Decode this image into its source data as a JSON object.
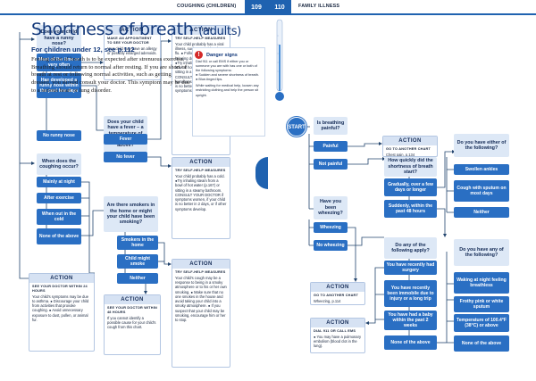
{
  "header_left": {
    "section": "COUGHING (CHILDREN)",
    "page_number": "109"
  },
  "header_right": {
    "section": "FAMILY ILLNESS",
    "page_number": "110"
  },
  "left_flow": {
    "q_runny_nose": "Does your child have a runny nose?",
    "a_most_of_time": "Most of the time or very often",
    "a_few_days": "Has developed a runny nose within the past few days",
    "a_no_runny": "No runny nose",
    "q_fever": "Does your child have a fever – a temperature of 100.4°F (38°C) or above?",
    "a_fever": "Fever",
    "a_no_fever": "No fever",
    "q_when": "When does the coughing occur?",
    "a_night": "Mainly at night",
    "a_exercise": "After exercise",
    "a_cold": "When out in the cold",
    "a_none": "None of the above",
    "q_smokers": "Are there smokers in the home or might your child have been smoking?",
    "a_smokers_home": "Smokers in the home",
    "a_child_smoke": "Child might smoke",
    "a_neither": "Neither"
  },
  "left_actions": {
    "label": "ACTION",
    "allergy": {
      "lead": "MAKE AN APPOINTMENT TO SEE YOUR DOCTOR",
      "body": "Your child may have an allergy or possibly enlarged adenoids."
    },
    "cold_fever": {
      "lead": "TRY SELF-HELP MEASURES",
      "body": "Your child probably has a viral illness, such as a cold or the flu. ● Follow the advice for bringing down a fever (p.166). ●Try inhaling steam from a bowl of hot water (p.167) or sitting in a steamy bathroom. CONSULT YOUR DOCTOR if symptoms worsen, if your child is no better in 2 days, or if other symptoms develop."
    },
    "cold": {
      "lead": "TRY SELF-HELP MEASURES",
      "body": "Your child probably has a cold. ●Try inhaling steam from a bowl of hot water (p.167) or sitting in a steamy bathroom. CONSULT YOUR DOCTOR if symptoms worsen, if your child is no better in 2 days, or if other symptoms develop."
    },
    "asthma": {
      "lead": "SEE YOUR DOCTOR WITHIN 24 HOURS",
      "body": "Your child's symptoms may be due to asthma. ● Discourage your child from activities that provoke coughing. ● Avoid unnecessary exposure to dust, pollen, or animal fur."
    },
    "smoke_help": {
      "lead": "TRY SELF-HELP MEASURES",
      "body": "Your child's cough may be a response to being in a smoky atmosphere or to his or her own smoking. ● Make sure that no one smokes in the house and avoid taking your child into a smoky atmosphere. ● If you suspect that your child may be smoking, encourage him or her to stop."
    },
    "doctor_48": {
      "lead": "SEE YOUR DOCTOR WITHIN 48 HOURS",
      "body": "If you cannot identify a possible cause for your child's cough from this chart."
    }
  },
  "right_page": {
    "title_main": "Shortness of breath",
    "title_suffix": "(adults)",
    "subtitle": "For children under 12, see p.112",
    "intro": "Feeling short of breath is to be expected after strenuous exercise. Breathing should return to normal after resting. If you are short of breath at rest or following normal activities, such as getting dressed, you should consult your doctor. This symptom may be due to a serious heart or lung disorder.",
    "start_label": "START"
  },
  "danger": {
    "icon": "!",
    "title": "Danger signs",
    "lines": [
      "Dial 911 or call EMS if either you or someone you are with has one or both of the following symptoms:",
      "● Sudden and severe shortness of breath.",
      "● Blue-tinged lips.",
      "While waiting for medical help, loosen any restricting clothing and help the person sit upright."
    ]
  },
  "right_flow": {
    "q_painful": "Is breathing painful?",
    "a_painful": "Painful",
    "a_not_painful": "Not painful",
    "q_wheezing": "Have you been wheezing?",
    "a_wheezing": "Wheezing",
    "a_no_wheezing": "No wheezing",
    "q_how_quickly": "How quickly did the shortness of breath start?",
    "a_gradually": "Gradually, over a few days or longer",
    "a_suddenly": "Suddenly, within the past 48 hours",
    "q_apply1": "Do any of the following apply?",
    "a_surgery": "You have recently had surgery",
    "a_immobile": "You have recently been immobile due to injury or a long trip",
    "a_baby": "You have had a baby within the past 2 weeks",
    "a_none": "None of the above",
    "q_either": "Do you have either of the following?",
    "a_swollen": "Swollen ankles",
    "a_cough_sputum": "Cough with sputum on most days",
    "a_neither": "Neither",
    "q_apply2": "Do you have any of the following?",
    "a_waking": "Waking at night feeling breathless",
    "a_frothy": "Frothy pink or white sputum",
    "a_temperature": "Temperature of 100.4°F (38°C) or above",
    "a_none2": "None of the above"
  },
  "right_actions": {
    "label": "ACTION",
    "chest_pain": {
      "lead": "GO TO ANOTHER CHART",
      "body": "Chest pain, p.134"
    },
    "wheezing": {
      "lead": "GO TO ANOTHER CHART",
      "body": "Wheezing, p.114"
    },
    "ems": {
      "lead": "DIAL 911 OR CALL EMS",
      "body": "● You may have a pulmonary embolism (blood clot in the lung)."
    }
  }
}
